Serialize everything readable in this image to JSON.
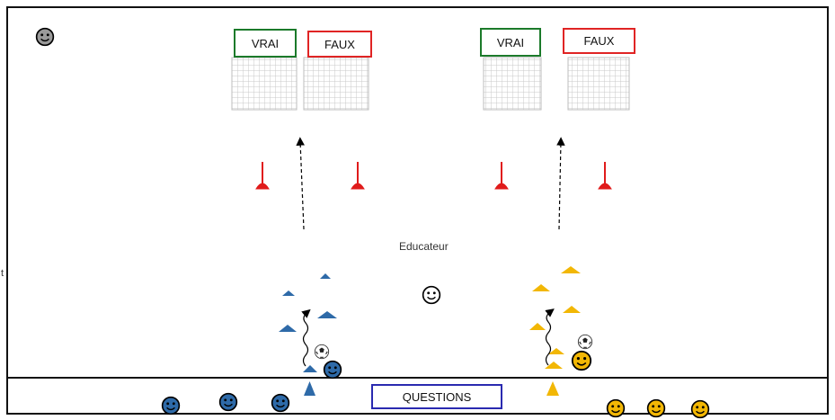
{
  "labels": {
    "goal_true": "VRAI",
    "goal_false": "FAUX",
    "educator": "Educateur",
    "questions": "QUESTIONS",
    "edge_fragment": "t"
  },
  "colors": {
    "true_border": "#1b7a2a",
    "false_border": "#e02424",
    "questions_border": "#2a2ab0",
    "blue_team": "#2e6aa8",
    "yellow_team": "#f2b705",
    "cone_red": "#e01b1b",
    "neutral_smiley": "#ffffff",
    "grey_smiley": "#9a9a9a"
  },
  "icons": {
    "player": "smiley-face-icon",
    "cone": "cone-triangle-icon",
    "marker": "red-pole-marker-icon",
    "ball": "soccer-ball-icon",
    "goal": "goal-net-icon"
  }
}
